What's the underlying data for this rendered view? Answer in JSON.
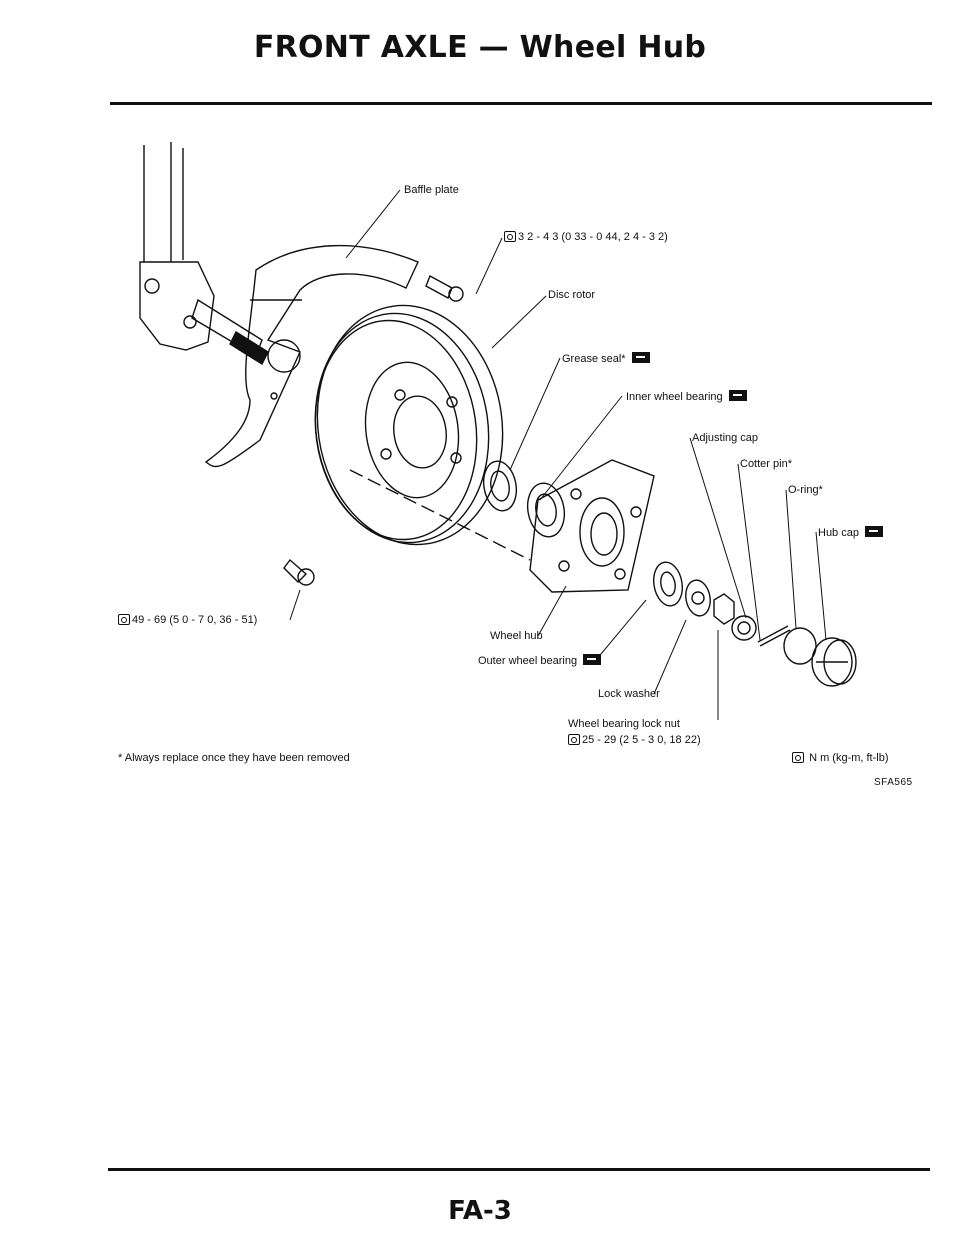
{
  "header": {
    "title": "FRONT AXLE — Wheel Hub"
  },
  "labels": {
    "baffle_plate": "Baffle plate",
    "bolt_torque_top": "3 2 - 4 3 (0 33 - 0 44, 2 4 - 3 2)",
    "disc_rotor": "Disc rotor",
    "grease_seal": "Grease seal*",
    "inner_wheel_bearing": "Inner wheel bearing",
    "adjusting_cap": "Adjusting cap",
    "cotter_pin": "Cotter pin*",
    "o_ring": "O-ring*",
    "hub_cap": "Hub cap",
    "bolt_torque_left": "49 - 69 (5 0 - 7 0, 36 - 51)",
    "wheel_hub": "Wheel hub",
    "outer_wheel_bearing": "Outer wheel bearing",
    "lock_washer": "Lock washer",
    "wheel_bearing_lock_nut": "Wheel bearing lock nut",
    "lock_nut_torque": "25 - 29 (2 5 - 3 0, 18  22)"
  },
  "footer": {
    "note": "*  Always replace once they have been removed",
    "legend": "N m (kg-m, ft-lb)",
    "figure_code": "SFA565",
    "page_number": "FA-3"
  }
}
